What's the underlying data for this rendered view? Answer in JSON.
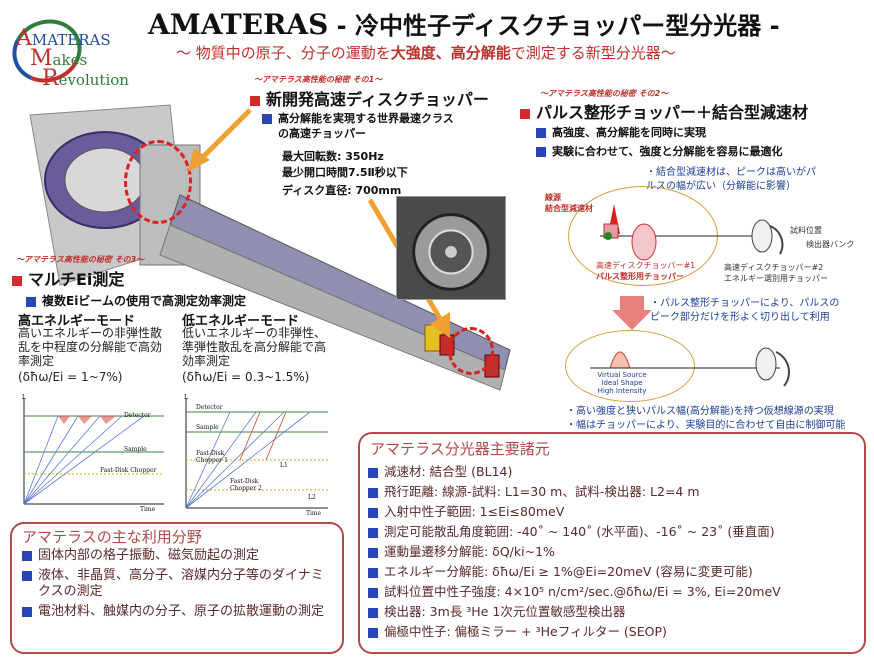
{
  "logo": {
    "line1_cap": "A",
    "line1": "MATERAS",
    "line2_cap": "M",
    "line2": "akes",
    "line3_cap": "R",
    "line3": "evolution"
  },
  "header": {
    "title_en": "AMATERAS",
    "title_jp": " - 冷中性子ディスクチョッパー型分光器 -",
    "subtitle_a": "〜 物質中の原子、分子の運動を",
    "subtitle_b": "大強度、高分解能",
    "subtitle_c": "で測定する新型分光器〜"
  },
  "disk_chopper": {
    "secret": "〜アマテラス高性能の秘密 その1〜",
    "heading": "新開発高速ディスクチョッパー",
    "bullet_a": "高分解能を実現する世界最速クラス",
    "bullet_b": "の高速チョッパー",
    "spec1": "最大回転数: 350Hz",
    "spec2": "最少開口時間7.5Ⅱ秒以下",
    "spec3": "ディスク直径: 700mm"
  },
  "pulse_shaping": {
    "secret": "〜アマテラス高性能の秘密 その2〜",
    "heading": "パルス整形チョッパー＋結合型減速材",
    "bullet1": "高強度、高分解能を同時に実現",
    "bullet2": "実験に合わせて、強度と分解能を容易に最適化",
    "note_a": "・結合型減速材は、ピークは高いがパ",
    "note_b": "ルスの幅が広い（分解能に影響）",
    "label_source_a": "線源",
    "label_source_b": "結合型減速材",
    "label_sample": "試料位置",
    "label_detector": "検出器バンク",
    "label_chopper1_a": "高速ディスクチョッパー#1",
    "label_chopper1_b": "パルス整形用チョッパー",
    "label_chopper2_a": "高速ディスクチョッパー#2",
    "label_chopper2_b": "エネルギー選別用チョッパー",
    "note2_a": "・パルス整形チョッパーにより、パルスの",
    "note2_b": "ピーク部分だけを形よく切り出して利用",
    "vs1": "Virtual Source",
    "vs2": "Ideal Shape",
    "vs3": "High Intensity",
    "note3_a": "・高い強度と狭いパルス幅(高分解能)を持つ仮想線源の実現",
    "note3_b": "・幅はチョッパーにより、実験目的に合わせて自由に制御可能"
  },
  "multi_ei": {
    "secret": "〜アマテラス高性能の秘密 その3〜",
    "heading": "マルチEi測定",
    "bullet": "複数Eiビームの使用で高測定効率測定",
    "high_title": "高エネルギーモード",
    "high_body": "高いエネルギーの非弾性散乱を中程度の分解能で高効率測定",
    "high_range": "(δħω/Ei = 1~7%)",
    "low_title": "低エネルギーモード",
    "low_body": "低いエネルギーの非弾性、準弾性散乱を高分解能で高効率測定",
    "low_range": "(δħω/Ei = 0.3~1.5%)",
    "plot_l": "L",
    "plot_time": "Time",
    "p1_detector": "Detector",
    "p1_sample": "Sample",
    "p1_chopper": "Fast-Disk Chopper",
    "p2_detector": "Detector",
    "p2_sample": "Sample",
    "p2_chopper1": "Fast-Disk Chopper 1",
    "p2_chopper2": "Fast-Disk Chopper 2",
    "p2_l1": "L1",
    "p2_l2": "L2"
  },
  "specs": {
    "title": "アマテラス分光器主要諸元",
    "items": [
      "減速材: 結合型 (BL14)",
      "飛行距離: 線源-試料: L1=30 m、試料-検出器: L2=4 m",
      "入射中性子範囲: 1≤Ei≤80meV",
      "測定可能散乱角度範囲: -40˚ ~ 140˚ (水平面)、-16˚ ~ 23˚ (垂直面)",
      "運動量遷移分解能: δQ/ki~1%",
      "エネルギー分解能: δħω/Ei ≥ 1%@Ei=20meV (容易に変更可能)",
      "試料位置中性子強度: 4×10⁵ n/cm²/sec.@δħω/Ei = 3%, Ei=20meV",
      "検出器: 3m長 ³He 1次元位置敏感型検出器",
      "偏極中性子: 偏極ミラー + ³Heフィルター (SEOP)"
    ]
  },
  "uses": {
    "title": "アマテラスの主な利用分野",
    "items": [
      "固体内部の格子振動、磁気励起の測定",
      "液体、非晶質、高分子、溶媒内分子等のダイナミクスの測定",
      "電池材料、触媒内の分子、原子の拡散運動の測定"
    ]
  }
}
